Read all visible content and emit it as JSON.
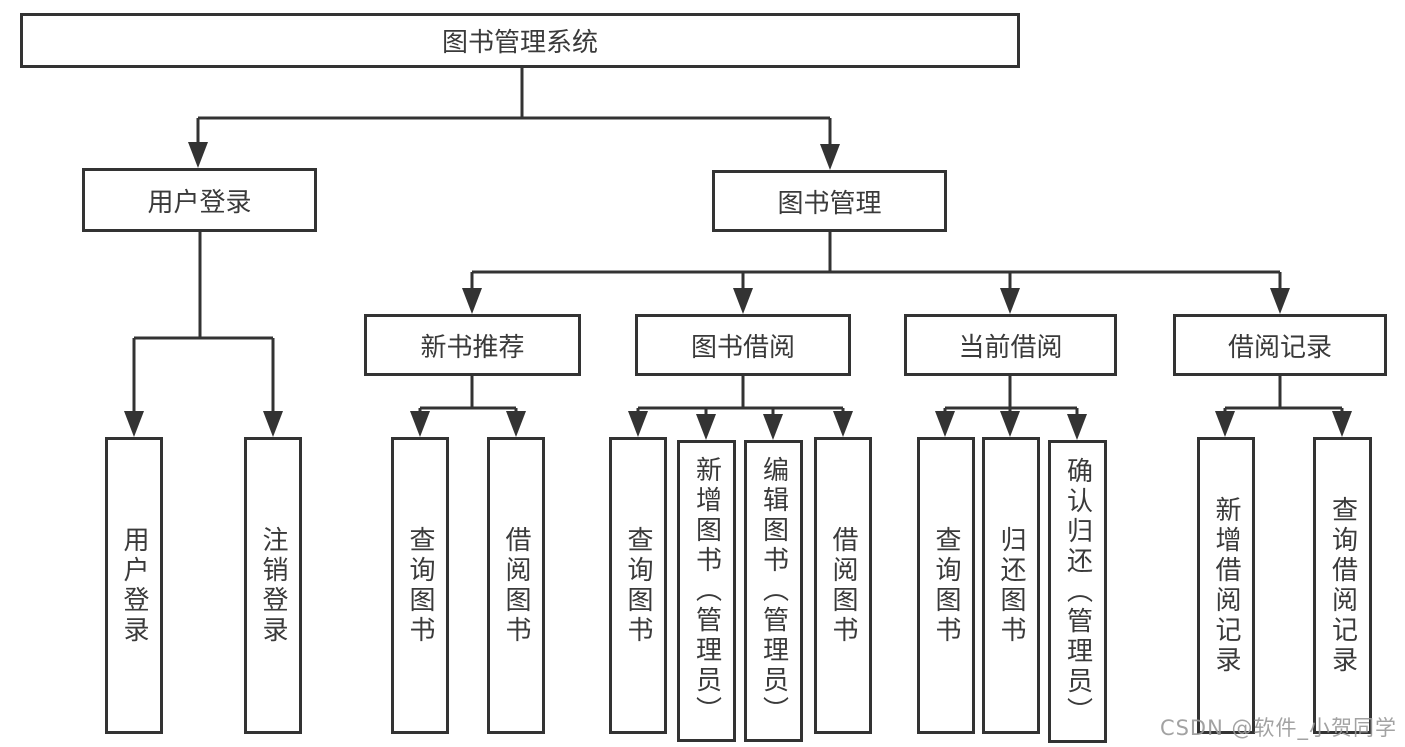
{
  "diagram_title": "图书管理系统",
  "tree": {
    "root": {
      "label": "图书管理系统"
    },
    "level2": [
      {
        "label": "用户登录",
        "children": [
          {
            "label": "用户登录"
          },
          {
            "label": "注销登录"
          }
        ]
      },
      {
        "label": "图书管理",
        "children": [
          {
            "label": "新书推荐",
            "children": [
              {
                "label": "查询图书"
              },
              {
                "label": "借阅图书"
              }
            ]
          },
          {
            "label": "图书借阅",
            "children": [
              {
                "label": "查询图书"
              },
              {
                "label": "新增图书（管理员）"
              },
              {
                "label": "编辑图书（管理员）"
              },
              {
                "label": "借阅图书"
              }
            ]
          },
          {
            "label": "当前借阅",
            "children": [
              {
                "label": "查询图书"
              },
              {
                "label": "归还图书"
              },
              {
                "label": "确认归还（管理员）"
              }
            ]
          },
          {
            "label": "借阅记录",
            "children": [
              {
                "label": "新增借阅记录"
              },
              {
                "label": "查询借阅记录"
              }
            ]
          }
        ]
      }
    ]
  },
  "watermark": {
    "text": "CSDN @软件_小贺同学"
  },
  "colors": {
    "line": "#333333",
    "text": "#3a3a3a",
    "background": "#ffffff",
    "watermark": "#999999"
  }
}
